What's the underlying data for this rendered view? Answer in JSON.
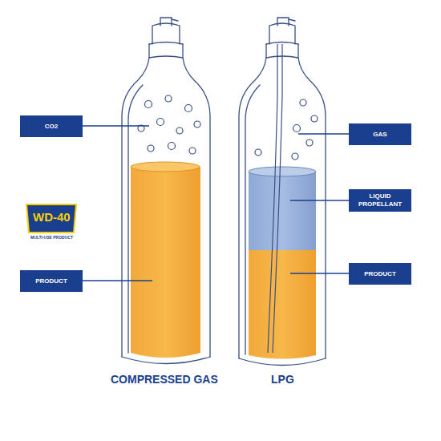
{
  "diagram": {
    "nodes": [
      {
        "text": [
          "CO2"
        ]
      },
      {
        "text": [
          "GAS"
        ]
      },
      {
        "text": [
          "LIQUID PROPELLANT"
        ]
      },
      {
        "text": [
          "PRODUCT"
        ]
      },
      {
        "text": [
          "PRODUCT"
        ]
      }
    ],
    "labels": [
      "WD-40",
      "MULTI-USE PRODUCT",
      "COMPRESSED GAS",
      "LPG"
    ]
  }
}
